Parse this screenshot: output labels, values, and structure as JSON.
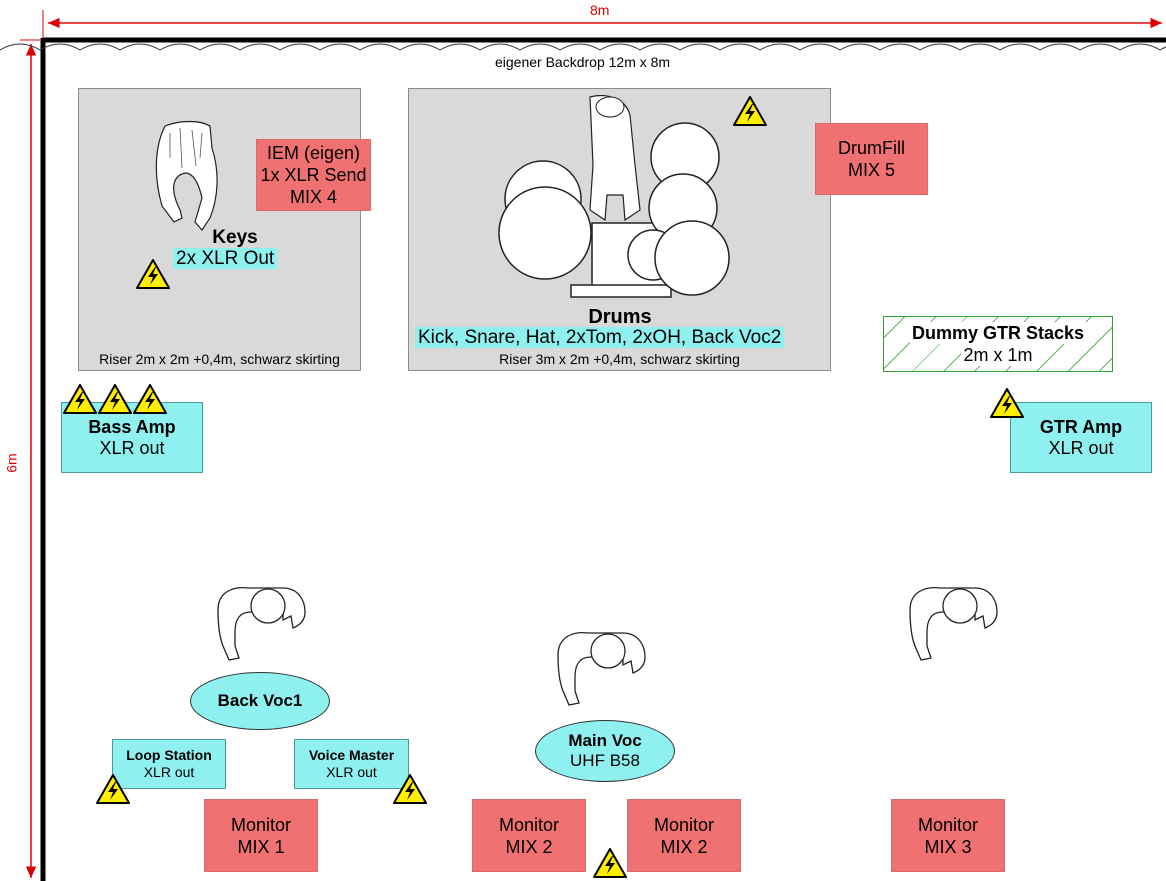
{
  "dimensions": {
    "width_label": "8m",
    "depth_label": "6m"
  },
  "backdrop": {
    "label": "eigener Backdrop 12m x 8m"
  },
  "keys_riser": {
    "caption": "Riser 2m x 2m +0,4m, schwarz skirting",
    "title": "Keys",
    "output": "2x XLR Out"
  },
  "iem": {
    "line1": "IEM (eigen)",
    "line2": "1x XLR Send",
    "line3": "MIX 4"
  },
  "drum_riser": {
    "caption": "Riser 3m x 2m +0,4m, schwarz skirting",
    "title": "Drums",
    "inputs": "Kick, Snare, Hat, 2xTom, 2xOH, Back Voc2"
  },
  "drumfill": {
    "line1": "DrumFill",
    "line2": "MIX 5"
  },
  "dummy_stacks": {
    "title": "Dummy GTR Stacks",
    "size": "2m x 1m"
  },
  "bass_amp": {
    "title": "Bass Amp",
    "output": "XLR  out"
  },
  "gtr_amp": {
    "title": "GTR Amp",
    "output": "XLR  out"
  },
  "back_voc1": {
    "label": "Back Voc1"
  },
  "loop_station": {
    "title": "Loop Station",
    "output": "XLR out"
  },
  "voice_master": {
    "title": "Voice Master",
    "output": "XLR out"
  },
  "main_voc": {
    "title": "Main Voc",
    "mic": "UHF B58"
  },
  "monitors": [
    {
      "label": "Monitor",
      "mix": "MIX 1"
    },
    {
      "label": "Monitor",
      "mix": "MIX 2"
    },
    {
      "label": "Monitor",
      "mix": "MIX 2"
    },
    {
      "label": "Monitor",
      "mix": "MIX 3"
    }
  ],
  "colors": {
    "riser": "#d9d9d9",
    "monitor_red": "#f07171",
    "signal_cyan": "#8ff0f0",
    "power_yellow": "#ffee00",
    "dimension_red": "#dd0000",
    "dummy_green": "#2e9e2e"
  },
  "icons": [
    "power-warning-icon",
    "musician-top-view-icon",
    "drum-kit-icon"
  ]
}
